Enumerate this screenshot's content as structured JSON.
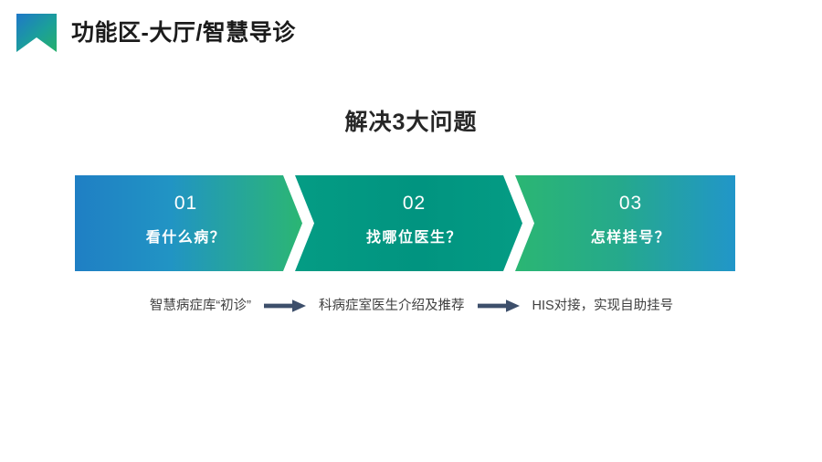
{
  "header": {
    "logo_icon": "bookmark-ribbon-icon",
    "title": "功能区-大厅/智慧导诊",
    "logo_gradient_from": "#1f78c8",
    "logo_gradient_to": "#27b06b"
  },
  "section": {
    "title": "解决3大问题"
  },
  "steps": [
    {
      "number": "01",
      "label": "看什么病？",
      "gradient_from": "#1f7fc4",
      "gradient_to": "#2bb673"
    },
    {
      "number": "02",
      "label": "找哪位医生？",
      "gradient_from": "#049c84",
      "gradient_to": "#049c84"
    },
    {
      "number": "03",
      "label": "怎样挂号？",
      "gradient_from": "#2bb673",
      "gradient_to": "#2196c9"
    }
  ],
  "captions": [
    {
      "text": "智慧病症库“初诊”"
    },
    {
      "text": "科病症室医生介绍及推荐"
    },
    {
      "text": "HIS对接，实现自助挂号"
    }
  ],
  "caption_arrow": {
    "icon": "arrow-right-icon",
    "color": "#3d4f6b"
  }
}
